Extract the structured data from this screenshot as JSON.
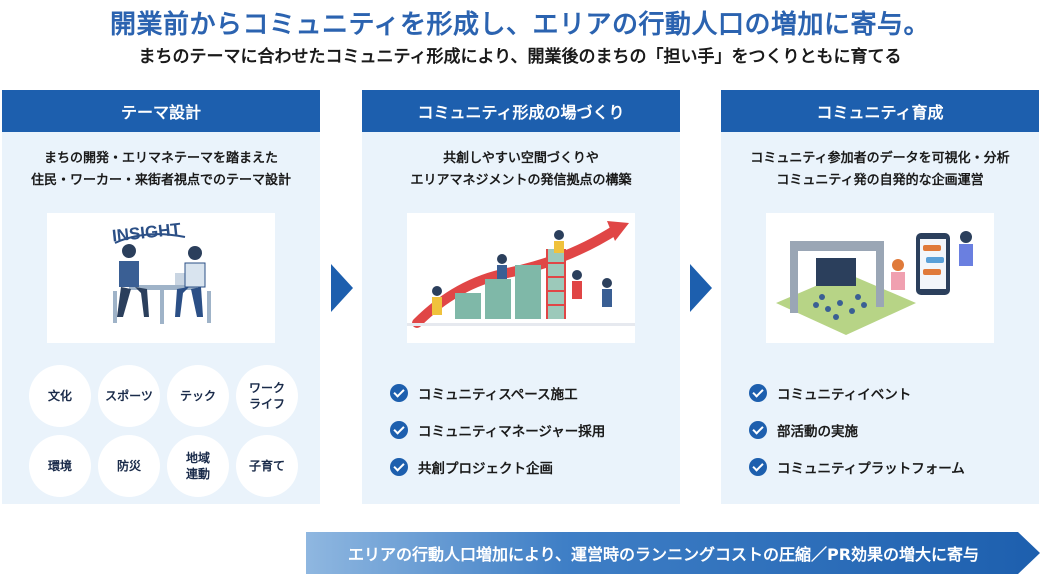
{
  "header": {
    "title": "開業前からコミュニティを形成し、エリアの行動人口の増加に寄与。",
    "subtitle": "まちのテーマに合わせたコミュニティ形成により、開業後のまちの「担い手」をつくりともに育てる"
  },
  "columns": [
    {
      "heading": "テーマ設計",
      "desc_line1": "まちの開発・エリマネテーマを踏まえた",
      "desc_line2": "住民・ワーカー・来街者視点でのテーマ設計",
      "illustration_label": "INSIGHT",
      "themes": [
        "文化",
        "スポーツ",
        "テック",
        "ワーク\nライフ",
        "環境",
        "防災",
        "地域\n連動",
        "子育て"
      ]
    },
    {
      "heading": "コミュニティ形成の場づくり",
      "desc_line1": "共創しやすい空間づくりや",
      "desc_line2": "エリアマネジメントの発信拠点の構築",
      "items": [
        "コミュニティスペース施工",
        "コミュニティマネージャー採用",
        "共創プロジェクト企画"
      ]
    },
    {
      "heading": "コミュニティ育成",
      "desc_line1": "コミュニティ参加者のデータを可視化・分析",
      "desc_line2": "コミュニティ発の自発的な企画運営",
      "items": [
        "コミュニティイベント",
        "部活動の実施",
        "コミュニティプラットフォーム"
      ]
    }
  ],
  "banner": {
    "text": "エリアの行動人口増加により、運営時のランニングコストの圧縮／PR効果の増大に寄与"
  },
  "colors": {
    "accent": "#1d5fae",
    "title": "#2b63b0",
    "panel": "#eaf3fb"
  }
}
